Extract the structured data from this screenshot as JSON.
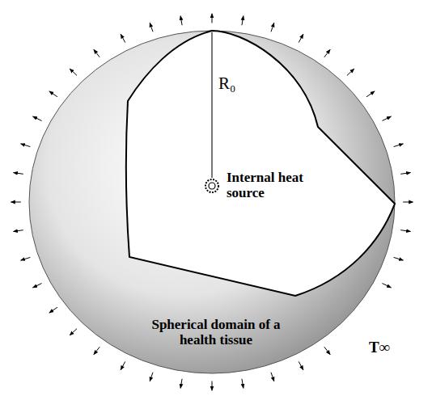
{
  "diagram": {
    "labels": [
      "R₀",
      "Internal heat source",
      "T∞",
      "Spherical domain of a health tissue"
    ]
  }
}
